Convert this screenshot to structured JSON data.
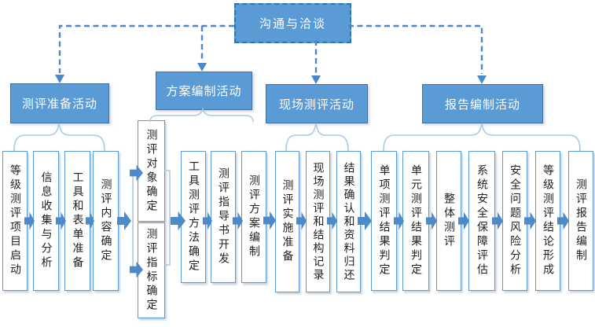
{
  "diagram": {
    "root": "沟通与洽谈",
    "phases": [
      {
        "header": "测评准备活动",
        "steps": [
          "等级测评项目启动",
          "信息收集与分析",
          "工具和表单准备",
          "测评内容确定"
        ]
      },
      {
        "header": "方案编制活动",
        "stacked_steps": [
          "测评对象确定",
          "测评指标确定"
        ],
        "steps": [
          "工具测评方法确定",
          "测评指导书开发",
          "测评方案编制"
        ]
      },
      {
        "header": "现场测评活动",
        "steps": [
          "测评实施准备",
          "现场测评和结构记录",
          "结果确认和资料归还"
        ]
      },
      {
        "header": "报告编制活动",
        "steps": [
          "单项测评结果判定",
          "单元测评结果判定",
          "整体测评",
          "系统安全保障评估",
          "安全问题风险分析",
          "等级测评结论形成",
          "测评报告编制"
        ]
      }
    ],
    "colors": {
      "accent_fill": "#5B9BD5",
      "accent_border_dark": "#2E74B5",
      "connector": "#4C88C9",
      "brace": "#A8C9E8",
      "step_box_border": "#5B9BD5"
    }
  }
}
